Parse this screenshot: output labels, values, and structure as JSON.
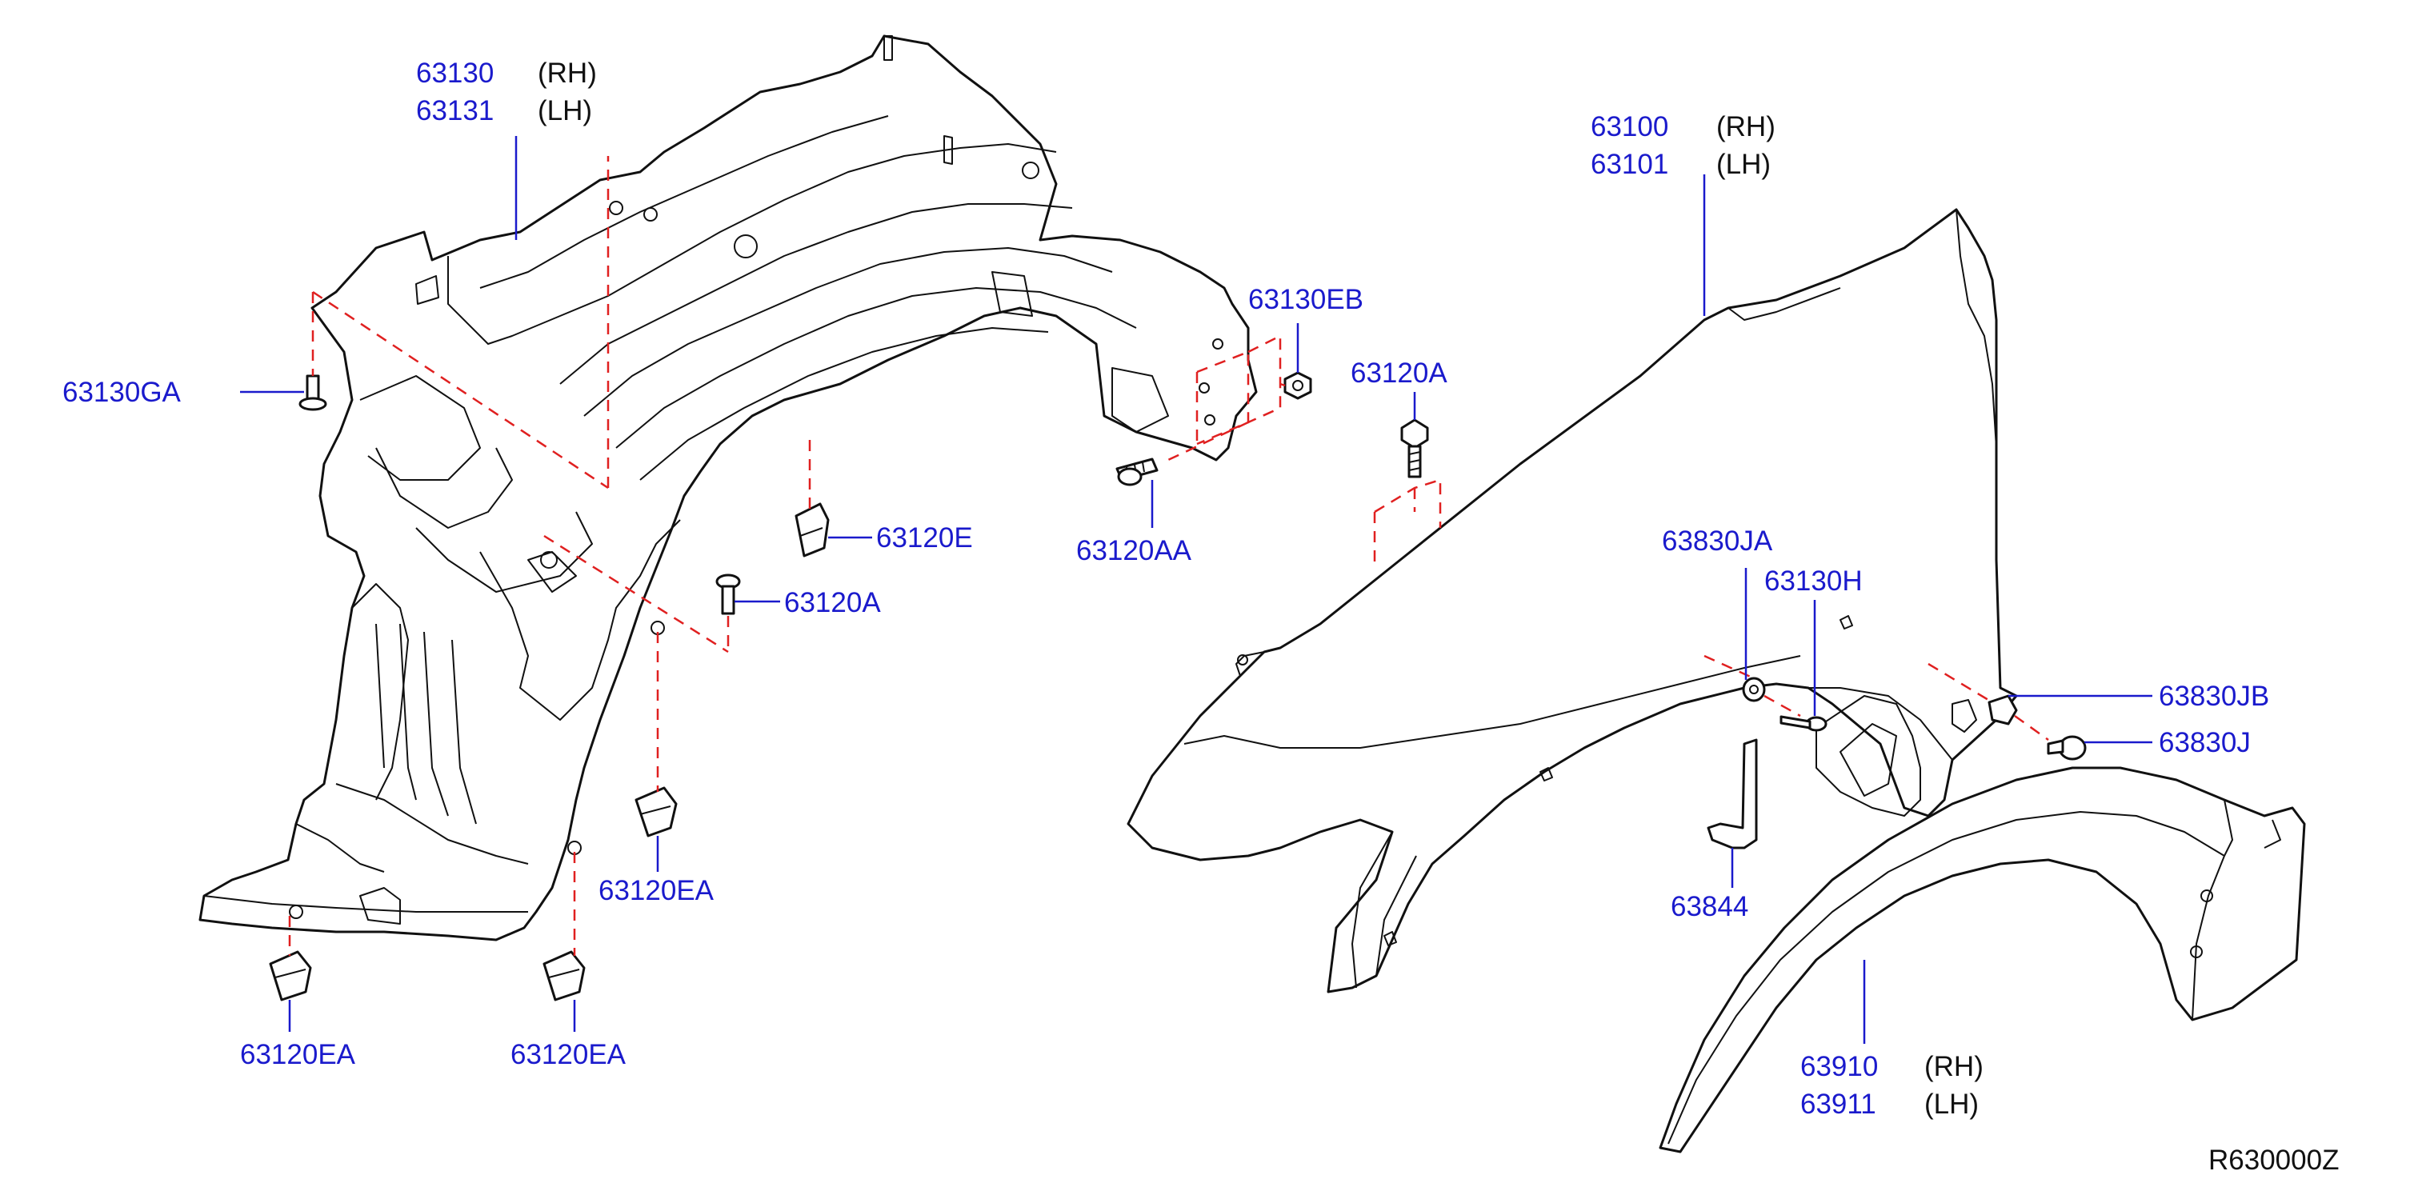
{
  "colors": {
    "code_text": "#1a1acc",
    "side_text": "#111111",
    "dashed_lines": "#e02020",
    "outline": "#111111",
    "background": "#ffffff"
  },
  "diagram_ref": "R630000Z",
  "labels": {
    "l63130": "63130",
    "l63130_side": "(RH)",
    "l63131": "63131",
    "l63131_side": "(LH)",
    "l63130GA": "63130GA",
    "l63130EB": "63130EB",
    "l63120A_top": "63120A",
    "l63120E": "63120E",
    "l63120AA": "63120AA",
    "l63120A_mid": "63120A",
    "l63120EA_mid": "63120EA",
    "l63120EA_left": "63120EA",
    "l63120EA_center": "63120EA",
    "l63100": "63100",
    "l63100_side": "(RH)",
    "l63101": "63101",
    "l63101_side": "(LH)",
    "l63830JA": "63830JA",
    "l63130H": "63130H",
    "l63830JB": "63830JB",
    "l63830J": "63830J",
    "l63844": "63844",
    "l63910": "63910",
    "l63910_side": "(RH)",
    "l63911": "63911",
    "l63911_side": "(LH)"
  }
}
